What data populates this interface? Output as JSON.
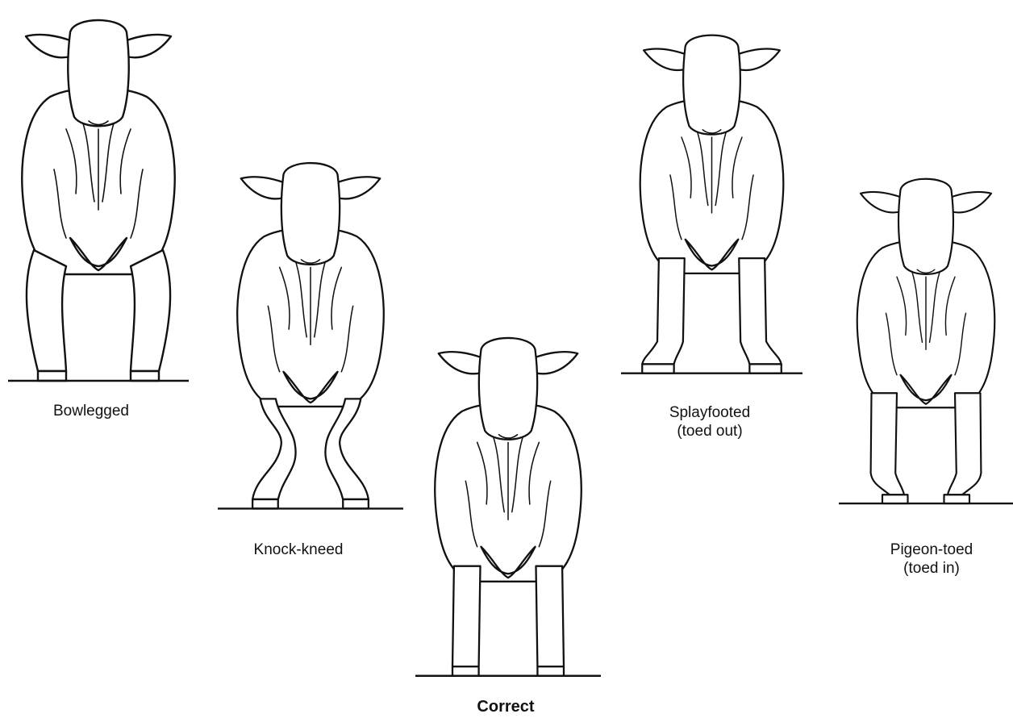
{
  "labels": {
    "bowlegged": "Bowlegged",
    "knock_kneed": "Knock-kneed",
    "correct": "Correct",
    "splayfooted_line1": "Splayfooted",
    "splayfooted_line2": "(toed out)",
    "pigeon_toed_line1": "Pigeon-toed",
    "pigeon_toed_line2": "(toed in)"
  }
}
